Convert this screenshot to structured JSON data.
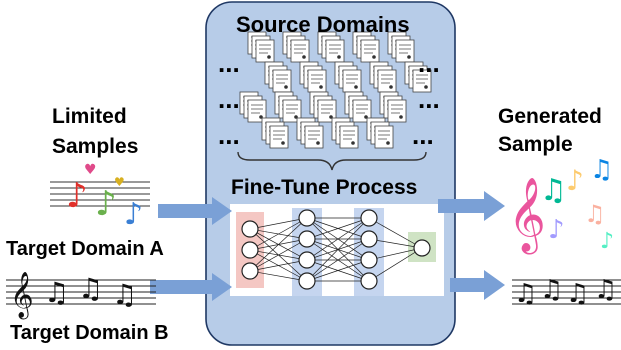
{
  "box": {
    "title": "Source Domains",
    "process_label": "Fine-Tune Process",
    "ellipsis": "..."
  },
  "left": {
    "limited_line1": "Limited",
    "limited_line2": "Samples",
    "domain_a": "Target Domain A",
    "domain_b": "Target Domain B"
  },
  "right": {
    "generated_line1": "Generated",
    "generated_line2": "Sample"
  },
  "colors": {
    "box_fill": "#b7cce8",
    "box_stroke": "#1f3864",
    "arrow": "#7aa0d6",
    "input_layer": "#f4c7c3",
    "hidden_layer": "#c5d5ef",
    "output_layer": "#cfe3c4"
  }
}
